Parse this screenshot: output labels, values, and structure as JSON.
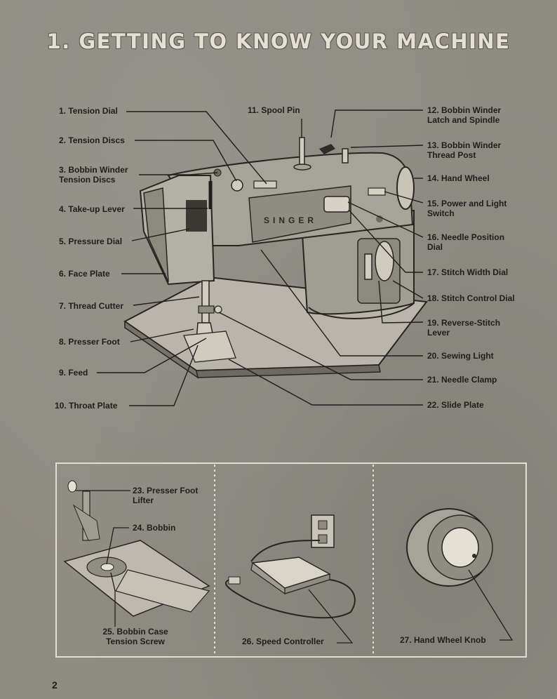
{
  "page": {
    "title": "1. GETTING TO KNOW YOUR MACHINE",
    "page_number": "2"
  },
  "machine_labels": {
    "l1": "1. Tension Dial",
    "l2": "2. Tension Discs",
    "l3": "3. Bobbin Winder\nTension Discs",
    "l4": "4. Take-up Lever",
    "l5": "5. Pressure Dial",
    "l6": "6. Face Plate",
    "l7": "7. Thread Cutter",
    "l8": "8. Presser Foot",
    "l9": "9. Feed",
    "l10": "10. Throat Plate",
    "l11": "11. Spool Pin",
    "l12": "12. Bobbin Winder\nLatch and Spindle",
    "l13": "13. Bobbin Winder\nThread Post",
    "l14": "14. Hand Wheel",
    "l15": "15. Power and Light\nSwitch",
    "l16": "16. Needle Position\nDial",
    "l17": "17. Stitch Width Dial",
    "l18": "18. Stitch Control Dial",
    "l19": "19. Reverse-Stitch\nLever",
    "l20": "20. Sewing Light",
    "l21": "21. Needle Clamp",
    "l22": "22. Slide Plate"
  },
  "brand": "SINGER",
  "inset_labels": {
    "l23": "23. Presser Foot\nLifter",
    "l24": "24. Bobbin",
    "l25": "25. Bobbin Case\nTension Screw",
    "l26": "26. Speed Controller",
    "l27": "27. Hand Wheel Knob"
  }
}
